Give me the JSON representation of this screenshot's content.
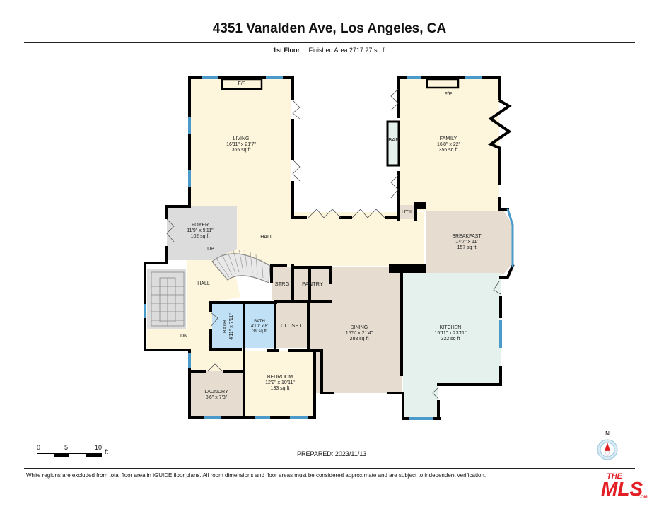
{
  "header": {
    "title": "4351 Vanalden Ave, Los Angeles, CA",
    "floor_label": "1st Floor",
    "finished_area": "Finished Area 2717.27 sq ft"
  },
  "colors": {
    "living_fill": "#fdf5dc",
    "foyer_fill": "#dcdcdc",
    "dining_fill": "#e6ddd0",
    "kitchen_fill": "#e4f1ec",
    "bath_fill": "#bfe0f5",
    "window_blue": "#4a9acb",
    "wall": "#000000",
    "mls_red": "#e31e24"
  },
  "rooms": {
    "living": {
      "name": "LIVING",
      "dims": "16'11\" x 21'7\"",
      "area": "365 sq ft"
    },
    "family": {
      "name": "FAMILY",
      "dims": "16'8\" x 22'",
      "area": "356 sq ft"
    },
    "foyer": {
      "name": "FOYER",
      "dims": "11'9\" x 9'11\"",
      "area": "102 sq ft"
    },
    "breakfast": {
      "name": "BREAKFAST",
      "dims": "14'7\" x 11'",
      "area": "157 sq ft"
    },
    "dining": {
      "name": "DINING",
      "dims": "15'5\" x 21'4\"",
      "area": "288 sq ft"
    },
    "kitchen": {
      "name": "KITCHEN",
      "dims": "15'11\" x 23'11\"",
      "area": "322 sq ft"
    },
    "bath1": {
      "name": "BATH",
      "dims": "4'11\" x 7'11\""
    },
    "bath2": {
      "name": "BATH",
      "dims": "4'10\" x 8'",
      "area": "39 sq ft"
    },
    "bedroom": {
      "name": "BEDROOM",
      "dims": "12'2\" x 10'11\"",
      "area": "133 sq ft"
    },
    "laundry": {
      "name": "LAUNDRY",
      "dims": "8'6\" x 7'3\""
    }
  },
  "labels": {
    "fp_living": "F/P",
    "fp_family": "F/P",
    "bar": "BAR",
    "util": "UTIL",
    "hall_upper": "HALL",
    "hall_lower": "HALL",
    "up": "UP",
    "dn": "DN",
    "strg": "STRG",
    "pantry": "PANTRY",
    "closet": "CLOSET"
  },
  "scale": {
    "ticks": [
      "0",
      "5",
      "10"
    ],
    "unit": "ft"
  },
  "prepared": "PREPARED: 2023/11/13",
  "compass": {
    "north_label": "N"
  },
  "footer": {
    "disclaimer": "White regions are excluded from total floor area in iGUIDE floor plans. All room dimensions and floor areas must be considered approximate and are subject to independent verification.",
    "logo_top": "THE",
    "logo_main": "MLS",
    "logo_suffix": ".COM"
  }
}
